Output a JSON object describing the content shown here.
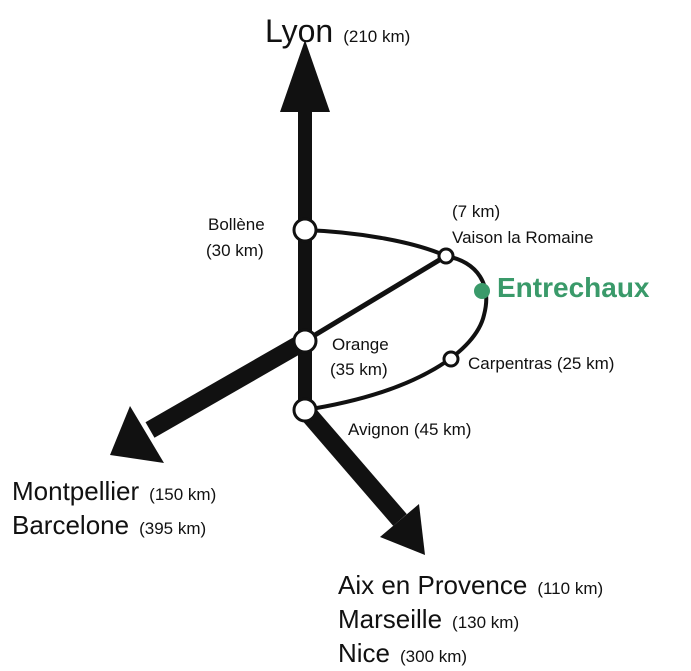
{
  "colors": {
    "accent": "#3a9a6a",
    "ink": "#111111",
    "background": "#ffffff"
  },
  "highlight": {
    "name": "Entrechaux"
  },
  "north": {
    "city": "Lyon",
    "distance": "(210 km)"
  },
  "southwest": [
    {
      "city": "Montpellier",
      "distance": "(150 km)"
    },
    {
      "city": "Barcelone",
      "distance": "(395 km)"
    }
  ],
  "southeast": [
    {
      "city": "Aix en Provence",
      "distance": "(110 km)"
    },
    {
      "city": "Marseille",
      "distance": "(130 km)"
    },
    {
      "city": "Nice",
      "distance": "(300 km)"
    }
  ],
  "stops": {
    "bollene": {
      "name": "Bollène",
      "distance": "(30 km)"
    },
    "orange": {
      "name": "Orange",
      "distance": "(35 km)"
    },
    "avignon": {
      "label": "Avignon (45 km)"
    },
    "vaison": {
      "name": "Vaison la Romaine",
      "distance": "(7 km)"
    },
    "carpentras": {
      "label": "Carpentras (25 km)"
    }
  }
}
